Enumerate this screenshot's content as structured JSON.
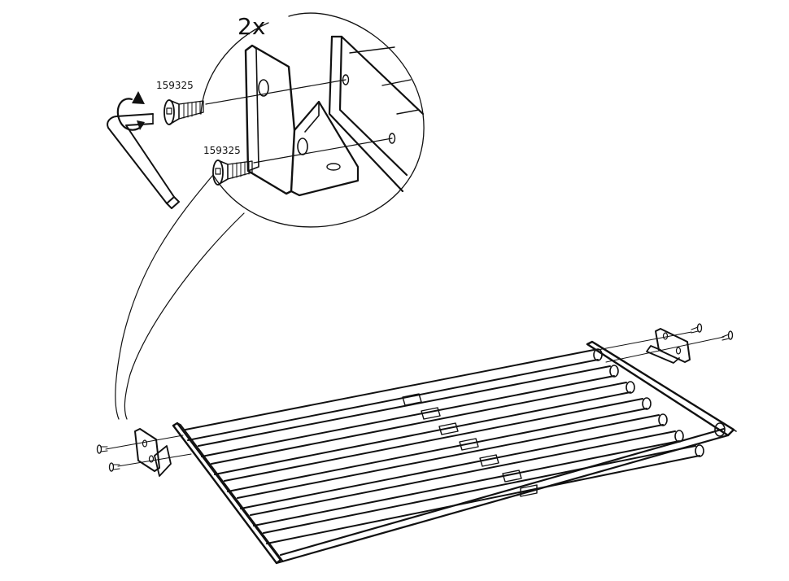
{
  "multiplier": "2x",
  "screws": [
    {
      "part_number": "159325"
    },
    {
      "part_number": "159325"
    }
  ],
  "colors": {
    "ink": "#111111",
    "paper": "#ffffff"
  },
  "icons": {
    "tool": "allen-key-icon",
    "rotation": "rotate-clockwise-icon"
  }
}
